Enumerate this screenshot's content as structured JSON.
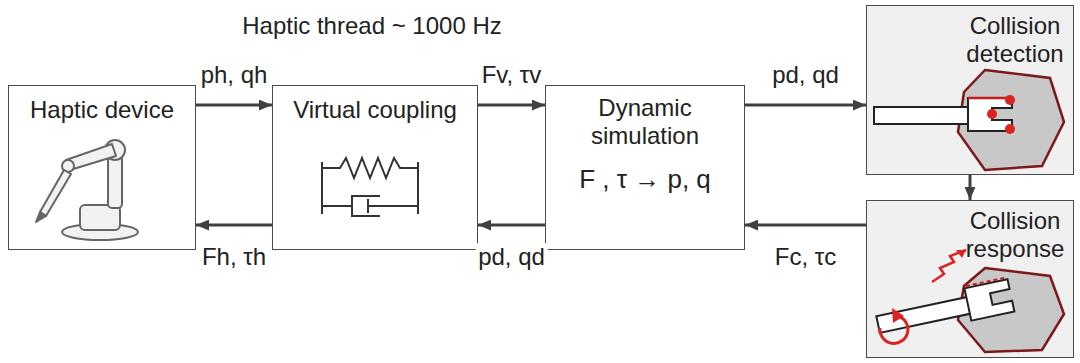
{
  "diagram": {
    "title": "Haptic thread ~ 1000 Hz",
    "nodes": [
      {
        "text": [
          "Haptic device"
        ]
      },
      {
        "text": [
          "Virtual coupling"
        ]
      },
      {
        "text": [
          "Dynamic simulation",
          "F , τ → p, q"
        ]
      },
      {
        "text": [
          "Collision detection"
        ]
      },
      {
        "text": [
          "Collision response"
        ]
      }
    ],
    "edges": [
      {
        "from": 0,
        "to": 1,
        "label": "ph, qh",
        "arrow": "to"
      },
      {
        "from": 1,
        "to": 0,
        "label": "Fh, τh",
        "arrow": "to"
      },
      {
        "from": 1,
        "to": 2,
        "label": "Fv, τv",
        "arrow": "to"
      },
      {
        "from": 2,
        "to": 1,
        "label": "pd, qd",
        "arrow": "to"
      },
      {
        "from": 2,
        "to": 3,
        "label": "pd, qd",
        "arrow": "to"
      },
      {
        "from": 3,
        "to": 4,
        "arrow": "to"
      },
      {
        "from": 4,
        "to": 2,
        "label": "Fc, τc",
        "arrow": "to"
      }
    ]
  }
}
